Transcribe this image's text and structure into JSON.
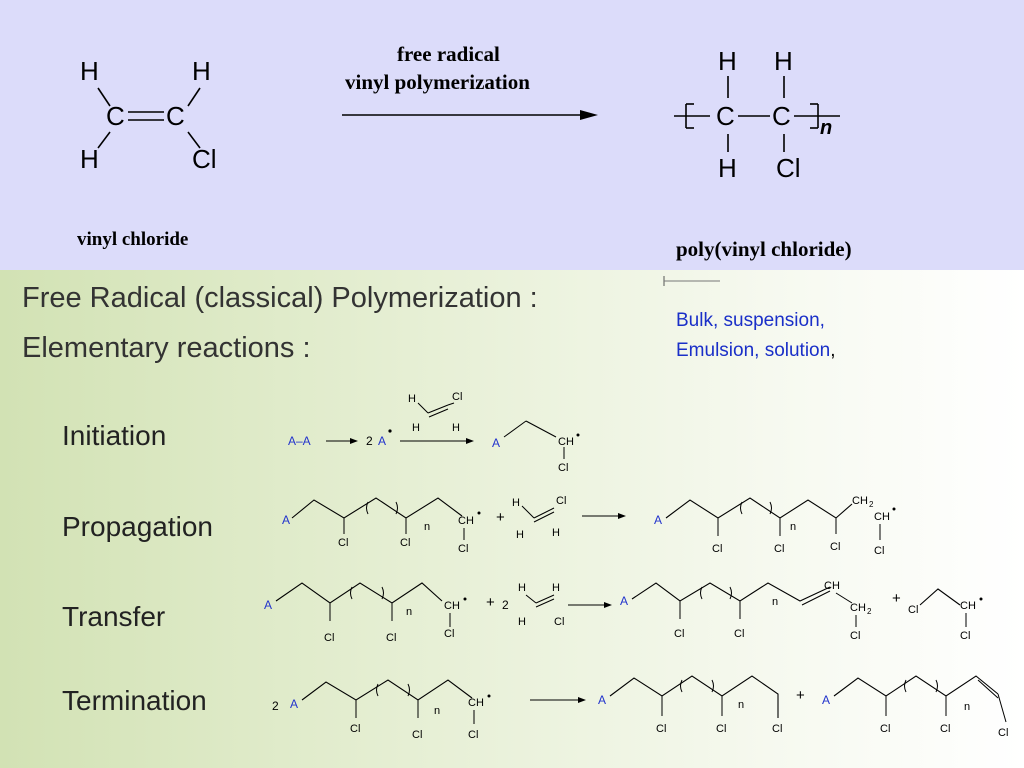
{
  "top": {
    "monomer": {
      "h1": "H",
      "h2": "H",
      "c1": "C",
      "c2": "C",
      "h3": "H",
      "cl": "Cl",
      "caption": "vinyl chloride"
    },
    "arrow_label_line1": "free radical",
    "arrow_label_line2": "vinyl polymerization",
    "polymer": {
      "h1": "H",
      "h2": "H",
      "c1": "C",
      "c2": "C",
      "h3": "H",
      "cl": "Cl",
      "n": "n",
      "caption": "poly(vinyl chloride)"
    }
  },
  "headings": {
    "line1": "Free Radical (classical) Polymerization :",
    "line2": "Elementary reactions :"
  },
  "note": {
    "line1": "Bulk, suspension,",
    "line2_main": "Emulsion, solution",
    "line2_tail": ","
  },
  "steps": [
    {
      "label": "Initiation"
    },
    {
      "label": "Propagation"
    },
    {
      "label": "Transfer"
    },
    {
      "label": "Termination"
    }
  ],
  "atoms": {
    "A": "A",
    "A_A": "A–A",
    "two": "2",
    "Cl": "Cl",
    "H": "H",
    "CH": "CH",
    "CH2": "CH",
    "sub2": "2",
    "n": "n",
    "plus": "+"
  }
}
